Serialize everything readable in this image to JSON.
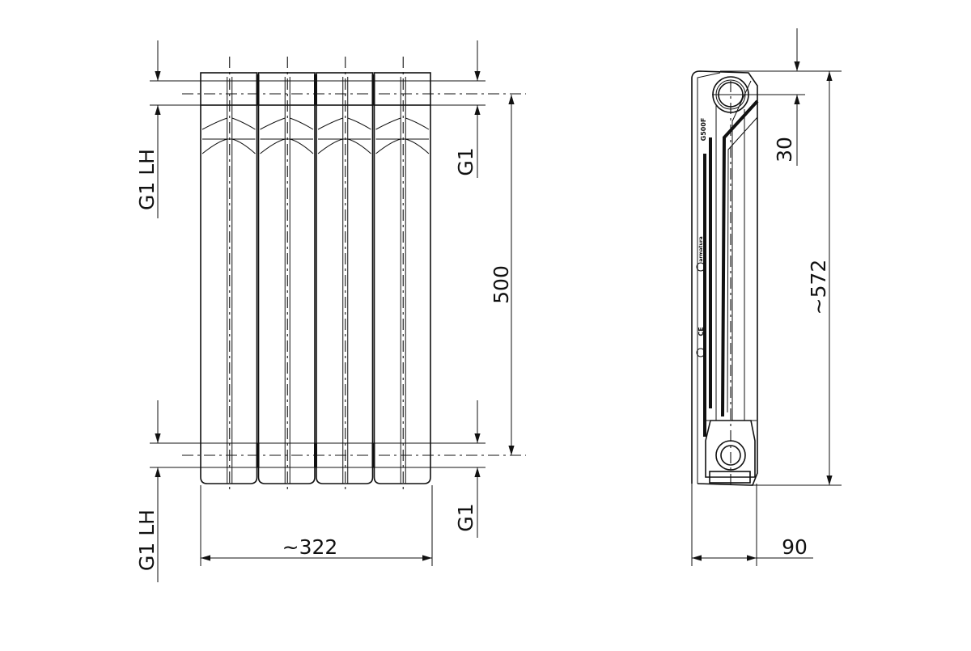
{
  "front_view": {
    "sections": 4,
    "dims": {
      "top_connection": "G1 LH",
      "top_right_connection": "G1",
      "bottom_connection": "G1 LH",
      "bottom_right_connection": "G1",
      "center_distance": "500",
      "width": "~322"
    }
  },
  "side_view": {
    "dims": {
      "offset": "30",
      "height": "~572",
      "depth": "90"
    },
    "markings": {
      "model": "G500F",
      "brand": "armatura",
      "ce": "CE"
    }
  }
}
